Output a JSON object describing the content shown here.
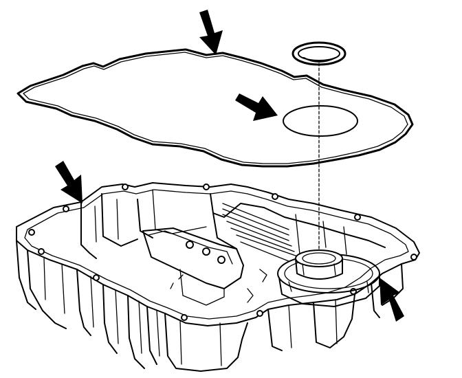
{
  "diagram": {
    "colors": {
      "line": "#000000",
      "background": "#ffffff"
    },
    "parts": [
      {
        "name": "transmission-oil-pan-gasket"
      },
      {
        "name": "filter-seal-ring"
      },
      {
        "name": "transmission-oil-pan"
      }
    ],
    "callout_arrows": 4
  }
}
